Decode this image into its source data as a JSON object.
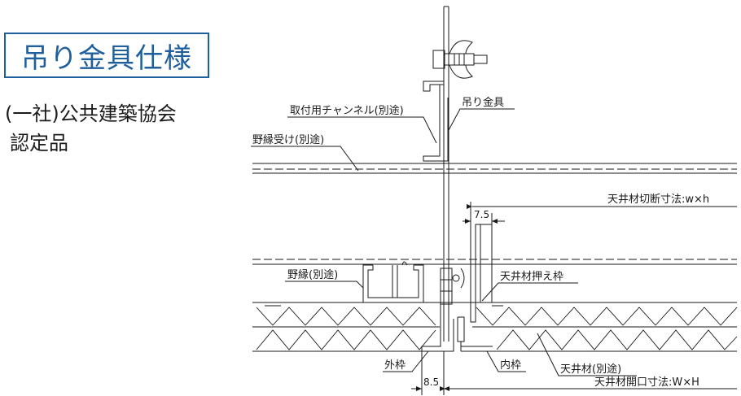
{
  "title": "吊り金具仕様",
  "certification": {
    "line1": "(一社)公共建築協会",
    "line2": "認定品"
  },
  "labels": {
    "channel": "取付用チャンネル(別途)",
    "hanger": "吊り金具",
    "nobuchi_uke": "野縁受け(別途)",
    "cut_size": "天井材切断寸法:w×h",
    "dim_75": "7.5",
    "nobuchi": "野縁(別途)",
    "ceiling_holder": "天井材押え枠",
    "outer_frame": "外枠",
    "inner_frame": "内枠",
    "ceiling_material": "天井材(別途)",
    "dim_85": "8.5",
    "opening_size": "天井材開口寸法:W×H"
  },
  "colors": {
    "title": "#1f5f9c",
    "line": "#1a1a1a"
  }
}
